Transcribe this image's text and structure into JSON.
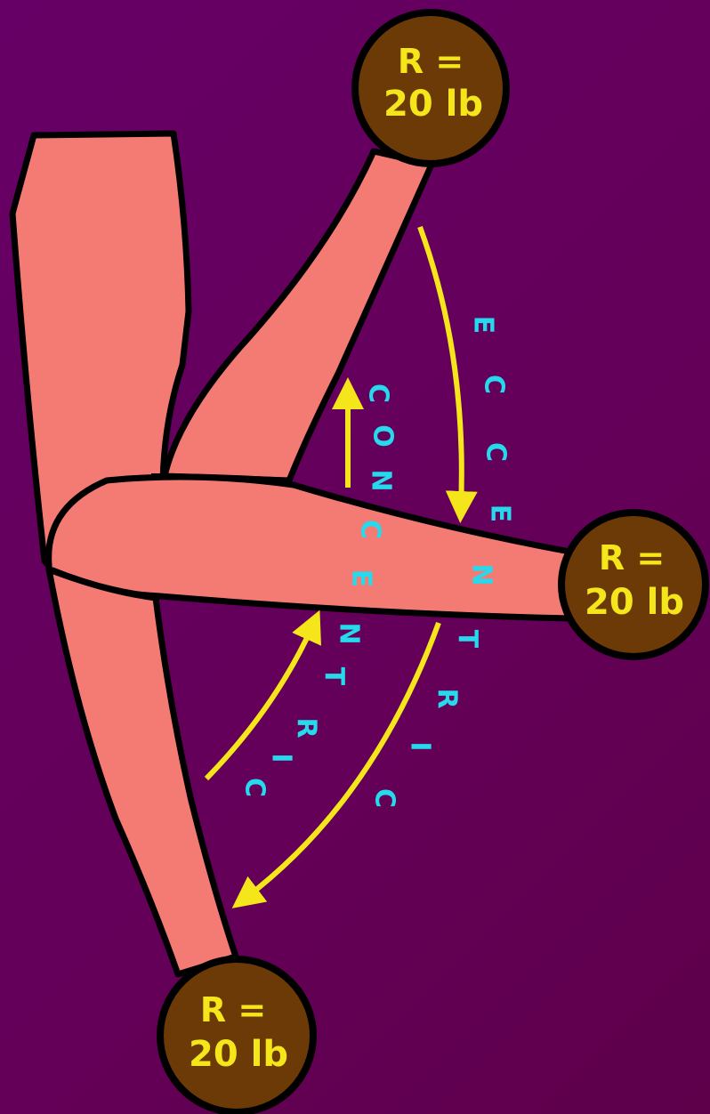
{
  "colors": {
    "background": "#660066",
    "limb": "#f47b74",
    "outline": "#000000",
    "weight": "#6b3a06",
    "arrow": "#f5e51b",
    "label": "#26d9ec"
  },
  "weights": [
    {
      "id": "top",
      "line1": "R =",
      "line2": "20 lb"
    },
    {
      "id": "middle",
      "line1": "R =",
      "line2": "20 lb"
    },
    {
      "id": "bottom",
      "line1": "R =",
      "line2": "20 lb"
    }
  ],
  "labels": {
    "eccentric": "ECCENTRIC",
    "concentric": "CONCENTRIC"
  },
  "arrows": [
    {
      "id": "eccentric-upper",
      "direction": "down"
    },
    {
      "id": "eccentric-lower",
      "direction": "down"
    },
    {
      "id": "concentric-upper",
      "direction": "up"
    },
    {
      "id": "concentric-lower",
      "direction": "up"
    }
  ]
}
